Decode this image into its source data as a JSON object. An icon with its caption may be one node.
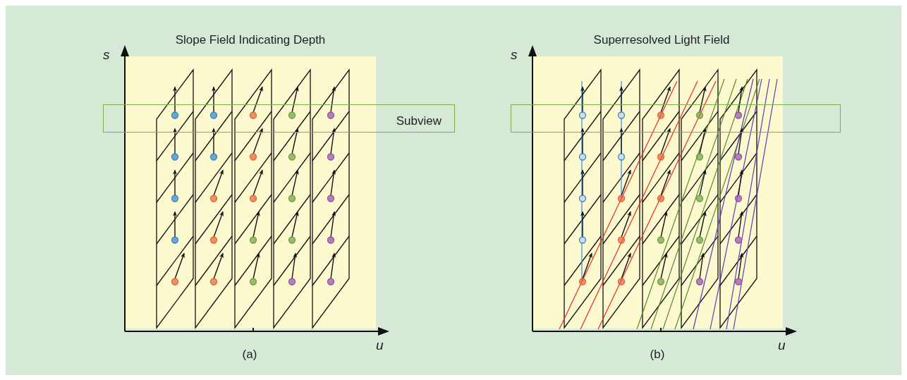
{
  "diagram": {
    "nodes": [
      {
        "text": [
          "Subview"
        ]
      },
      {
        "text": [],
        "shape": "box"
      }
    ],
    "labels": [
      "Slope Field Indicating Depth",
      "Superresolved Light Field",
      "s",
      "s",
      "u",
      "(a)",
      "u",
      "(b)"
    ]
  }
}
